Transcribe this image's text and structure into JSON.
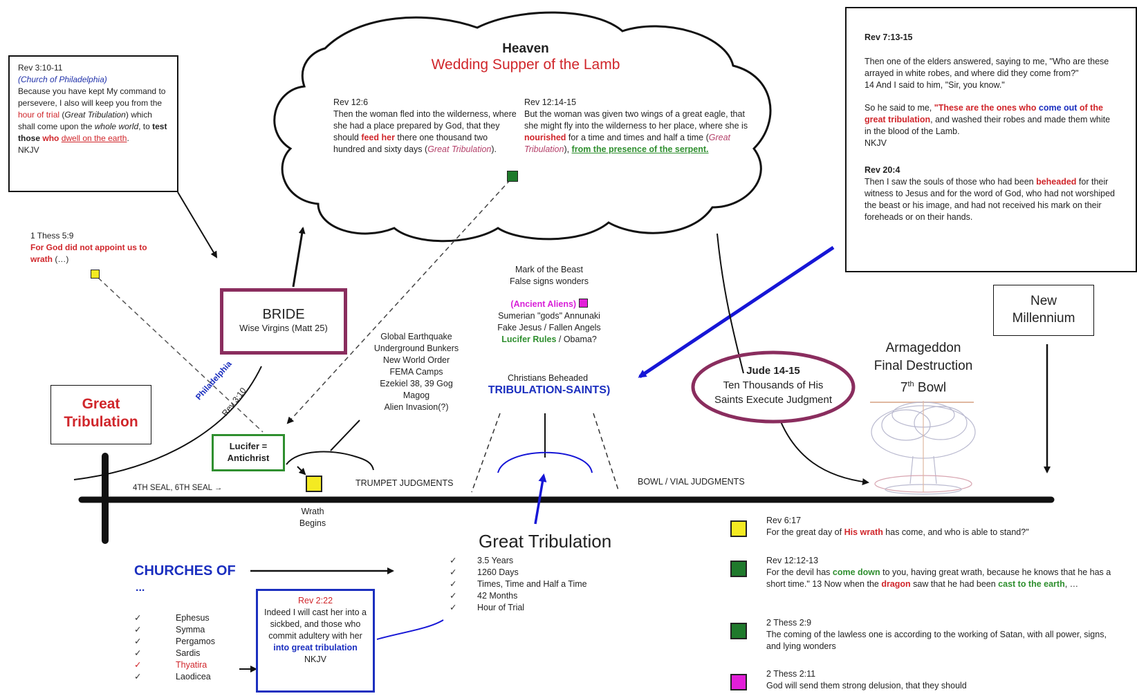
{
  "heaven": {
    "title": "Heaven",
    "subtitle": "Wedding Supper of the Lamb",
    "rev12_6": {
      "ref": "Rev 12:6",
      "t1": "Then the woman fled into the wilderness, where she had a place prepared by God, that they should ",
      "t2": "feed her",
      "t3": " there one thousand two hundred and sixty days (",
      "t4": "Great Tribulation",
      "t5": ")."
    },
    "rev12_14": {
      "ref": "Rev 12:14-15",
      "t1": "But the woman was given two wings of a great eagle, that she might fly into the wilderness to her place, where she is ",
      "t2": "nourished",
      "t3": " for a time and times and half a time (",
      "t4": "Great Tribulation",
      "t5": "), ",
      "t6": "from the presence of the serpent."
    }
  },
  "rev3": {
    "ref": "Rev 3:10-11",
    "church": "(Church of Philadelphia)",
    "t1": "Because you have kept My command to persevere, I also will keep you from the ",
    "t2": "hour of trial",
    "t3": " (",
    "t4": "Great Tribulation",
    "t5": ") which shall come upon the ",
    "t6": "whole world",
    "t7": ", to ",
    "t8": "test those",
    "t9": " ",
    "t10": "who",
    "t11": " ",
    "t12": "dwell on the earth",
    "t13": ".",
    "version": "NKJV"
  },
  "thess59": {
    "ref": "1 Thess 5:9",
    "t1": "For God did not appoint us to wrath",
    "t2": " (…)"
  },
  "rev7": {
    "ref": "Rev 7:13-15",
    "p1": "Then one of the elders answered, saying to me, \"Who are these arrayed in white robes, and where did they come from?\"",
    "p2": "14 And I said to him,  \"Sir, you know.\"",
    "p3a": "So he said to me, ",
    "p3b": "\"These are the ones who ",
    "p3c": "come out",
    "p3d": " of the great tribulation",
    "p3e": ", and washed their robes and made them white in the blood of the Lamb.",
    "version": "NKJV",
    "ref2": "Rev 20:4",
    "p4a": "Then I saw the souls of those who had been ",
    "p4b": "beheaded",
    "p4c": " for their witness to Jesus and for the word of God, who had not worshiped the beast or his image, and had not received his mark on their foreheads or on their hands."
  },
  "bride": {
    "title": "BRIDE",
    "sub": "Wise Virgins (Matt 25)"
  },
  "great_trib_box": {
    "l1": "Great",
    "l2": "Tribulation"
  },
  "philadelphia": "Philadelphia",
  "rev310": "Rev 3:10",
  "lucifer": {
    "l1": "Lucifer =",
    "l2": "Antichrist"
  },
  "earthquake": [
    "Global Earthquake",
    "Underground Bunkers",
    "New World Order",
    "FEMA Camps",
    "Ezekiel 38, 39 Gog",
    "Magog",
    "Alien Invasion(?)"
  ],
  "mark": {
    "l1": "Mark of the Beast",
    "l2": "False signs wonders",
    "aliens": "(Ancient Aliens)",
    "l4": "Sumerian \"gods\" Annunaki",
    "l5": "Fake Jesus / Fallen Angels",
    "l6a": "Lucifer Rules",
    "l6b": " / Obama?"
  },
  "beheaded": "Christians Beheaded",
  "trib_saints": "TRIBULATION-SAINTS)",
  "jude": {
    "title": "Jude 14-15",
    "l2": "Ten Thousands of His",
    "l3": "Saints Execute Judgment"
  },
  "armageddon": {
    "l1": "Armageddon",
    "l2": "Final Destruction",
    "l3a": "7",
    "l3sup": "th",
    "l3b": " Bowl"
  },
  "millennium": {
    "l1": "New",
    "l2": "Millennium"
  },
  "timeline": {
    "seals": "4TH SEAL, 6TH SEAL →",
    "trumpet": "TRUMPET JUDGMENTS",
    "bowl": "BOWL / VIAL  JUDGMENTS",
    "wrath1": "Wrath",
    "wrath2": "Begins"
  },
  "gt": {
    "title": "Great Tribulation",
    "items": [
      "3.5 Years",
      "1260 Days",
      "Times, Time and Half a Time",
      "42 Months",
      "Hour of Trial"
    ]
  },
  "churches": {
    "title": "CHURCHES OF",
    "dots": "...",
    "items": [
      "Ephesus",
      "Symma",
      "Pergamos",
      "Sardis",
      "Thyatira",
      "Laodicea"
    ]
  },
  "rev222": {
    "ref": "Rev 2:22",
    "t1": "Indeed I will cast her into a sickbed, and those who commit adultery with her ",
    "t2": "into great tribulation",
    "version": "NKJV"
  },
  "legend": [
    {
      "ref": "Rev 6:17",
      "a": "For the great day of ",
      "b": "His wrath",
      "c": " has come, and who is able to stand?\"",
      "color": "#f4ea22"
    },
    {
      "ref": "Rev 12:12-13",
      "a": "For the devil has ",
      "b": "come down",
      "c": " to you, having great wrath, because he knows that he has a short time.\" 13 Now when the ",
      "d": "dragon",
      "e": " saw that he had been ",
      "f": "cast to the earth",
      "g": ", …",
      "color": "#1f7a2c"
    },
    {
      "ref": "2 Thess 2:9",
      "a": "The coming of the lawless one is according to the working of Satan, with all power, signs, and lying wonders",
      "color": "#1f7a2c"
    },
    {
      "ref": "2 Thess 2:11",
      "a": "God will send them strong delusion, that they should",
      "color": "#e21fd8"
    }
  ]
}
